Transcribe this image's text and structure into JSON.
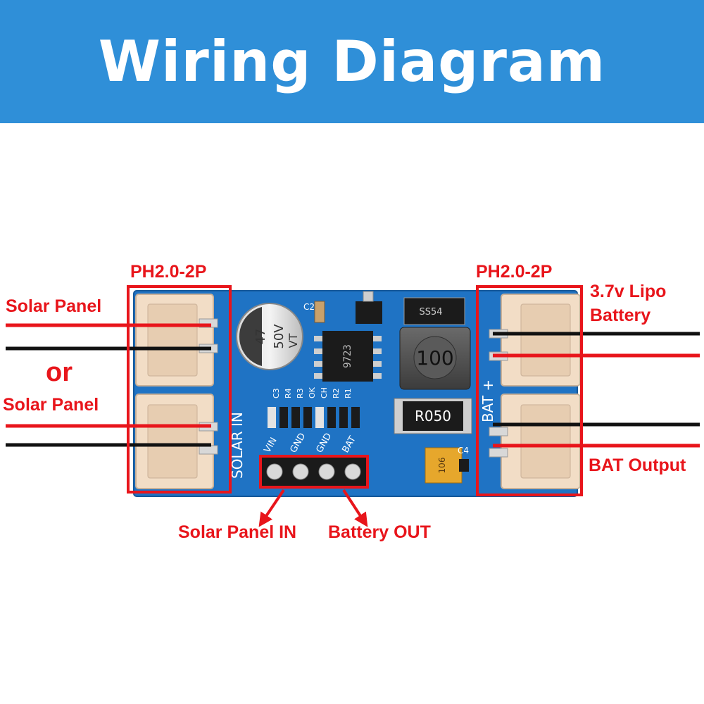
{
  "header": {
    "title": "Wiring Diagram"
  },
  "colors": {
    "banner": "#2f8fd8",
    "annotation": "#e8151b",
    "pcb": "#1f73c4",
    "wire_black": "#111111",
    "wire_red": "#e8151b"
  },
  "labels": {
    "left_connector": "PH2.0-2P",
    "right_connector": "PH2.0-2P",
    "solar_panel_1": "Solar Panel",
    "or": "or",
    "solar_panel_2": "Solar Panel",
    "lipo_line1": "3.7v Lipo",
    "lipo_line2": "Battery",
    "bat_output": "BAT Output",
    "solar_panel_in": "Solar Panel IN",
    "battery_out": "Battery OUT"
  },
  "pcb": {
    "cap_value": "47",
    "cap_voltage": "50V",
    "cap_series": "VT",
    "inductor": "100",
    "resistor": "R050",
    "diode": "SS54",
    "ic": "9723",
    "tantalum": "106",
    "c2": "C2",
    "c3": "C3",
    "c4": "C4",
    "r4": "R4",
    "r3": "R3",
    "ok": "OK",
    "ch": "CH",
    "r2": "R2",
    "r1": "R1",
    "solar_in": "SOLAR IN",
    "bat_plus": "BAT +",
    "pin_vin": "VIN",
    "pin_gnd1": "GND",
    "pin_gnd2": "GND",
    "pin_bat": "BAT"
  }
}
